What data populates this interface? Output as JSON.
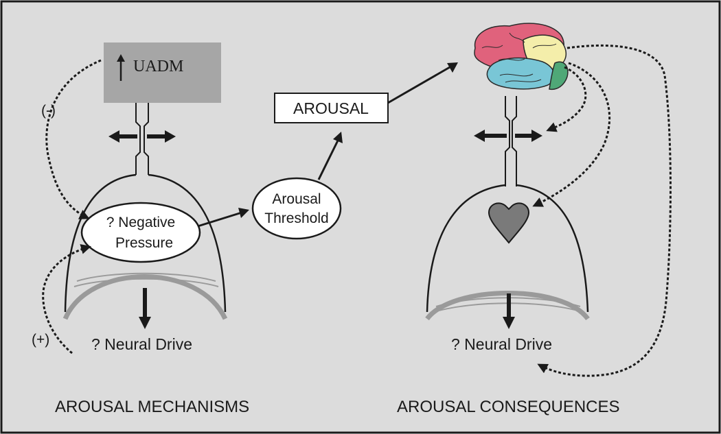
{
  "left_panel": {
    "uadm_label": "UADM",
    "negative_label": "(-)",
    "positive_label": "(+)",
    "negative_pressure_line1": "? Negative",
    "negative_pressure_line2": "Pressure",
    "neural_drive": "? Neural Drive",
    "caption": "AROUSAL MECHANISMS"
  },
  "center": {
    "arousal_threshold_line1": "Arousal",
    "arousal_threshold_line2": "Threshold",
    "arousal_box": "AROUSAL"
  },
  "right_panel": {
    "neural_drive": "? Neural Drive",
    "caption": "AROUSAL CONSEQUENCES"
  },
  "colors": {
    "background": "#dcdcdc",
    "uadm_box": "#a6a6a6",
    "diaphragm": "#9a9a9a",
    "heart": "#7a7a7a",
    "brain_pink": "#e0627c",
    "brain_yellow": "#f4eeaa",
    "brain_blue": "#79c6d6",
    "brain_green": "#4fa877"
  },
  "icons": [
    "up-arrow-icon",
    "bidirectional-arrow-icon",
    "heart-icon",
    "brain-icon"
  ]
}
